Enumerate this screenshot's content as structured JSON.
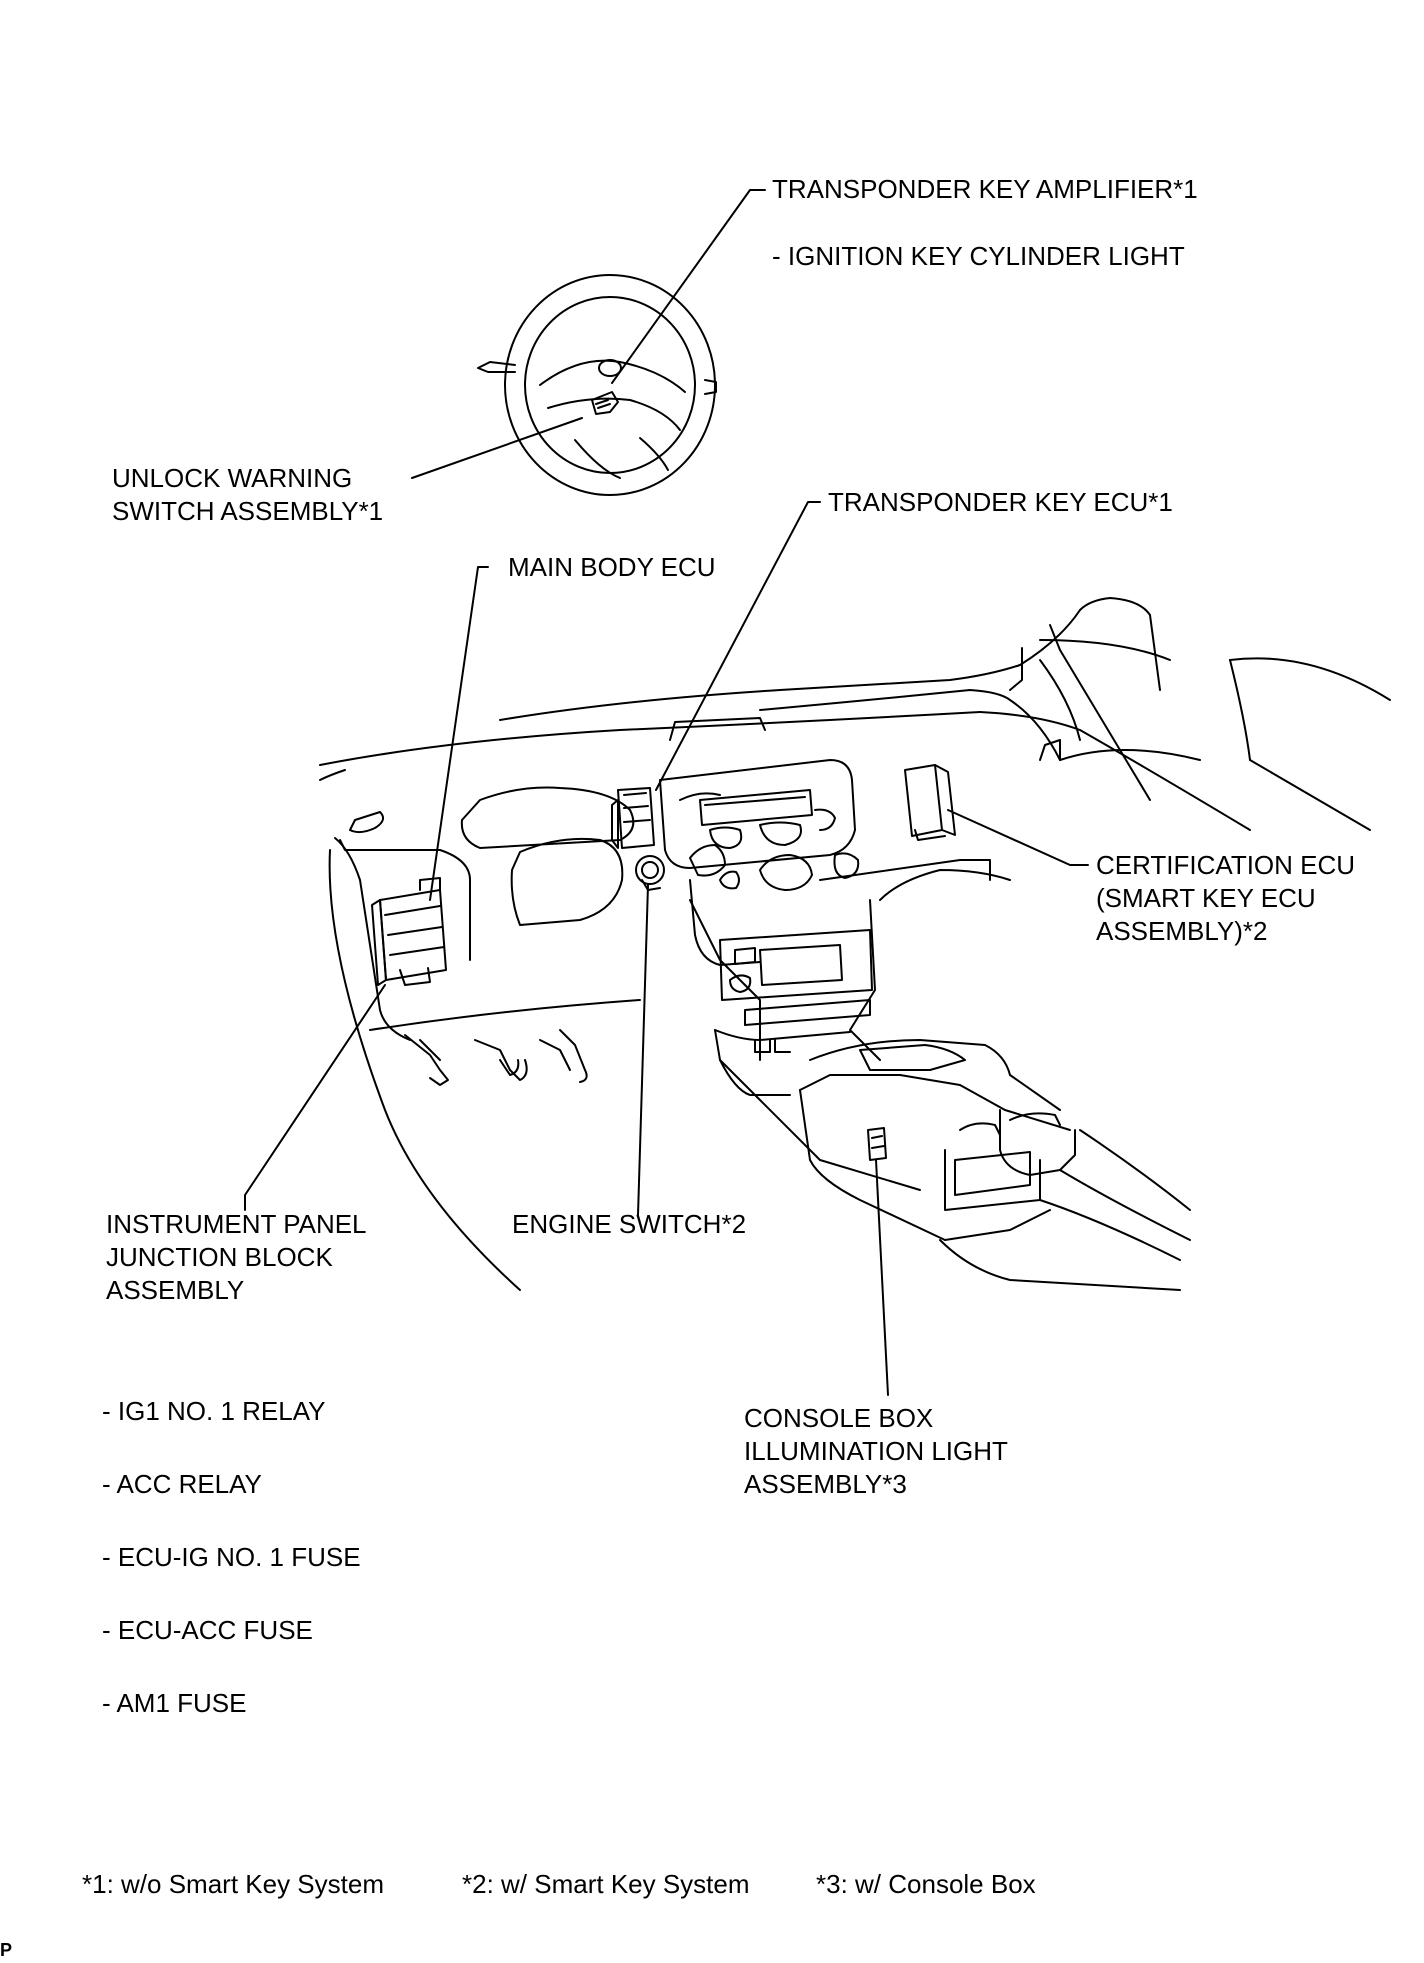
{
  "labels": {
    "transponder_key_amplifier": "TRANSPONDER KEY AMPLIFIER*1",
    "ignition_key_cylinder_light": "- IGNITION KEY CYLINDER LIGHT",
    "unlock_warning_switch": [
      "UNLOCK WARNING",
      "SWITCH ASSEMBLY*1"
    ],
    "transponder_key_ecu": "TRANSPONDER KEY ECU*1",
    "main_body_ecu": "MAIN BODY ECU",
    "certification_ecu": [
      "CERTIFICATION ECU",
      "(SMART KEY ECU",
      "ASSEMBLY)*2"
    ],
    "instrument_panel_jb": [
      "INSTRUMENT PANEL",
      "JUNCTION BLOCK",
      "ASSEMBLY"
    ],
    "engine_switch": "ENGINE SWITCH*2",
    "console_box_light": [
      "CONSOLE BOX",
      "ILLUMINATION LIGHT",
      "ASSEMBLY*3"
    ]
  },
  "junction_block_items": [
    "- IG1 NO. 1 RELAY",
    "- ACC RELAY",
    "- ECU-IG NO. 1 FUSE",
    "- ECU-ACC FUSE",
    "- AM1 FUSE"
  ],
  "footnotes": [
    "*1: w/o Smart Key System",
    "*2: w/ Smart Key System",
    "*3: w/ Console Box"
  ],
  "corner_mark": "P"
}
